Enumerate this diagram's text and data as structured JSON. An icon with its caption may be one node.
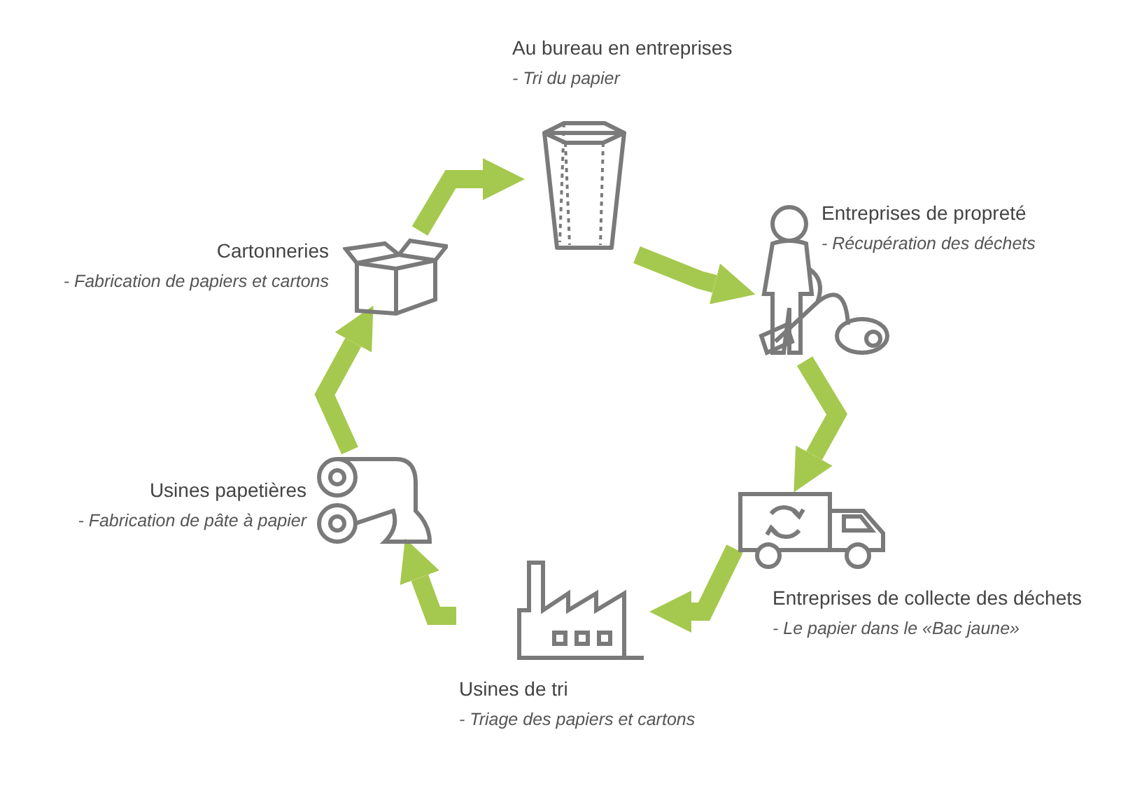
{
  "diagram": {
    "nodes": [
      {
        "text": [
          "Au bureau en entreprises",
          "- Tri du papier"
        ]
      },
      {
        "text": [
          "Entreprises de propreté",
          "- Récupération des déchets"
        ]
      },
      {
        "text": [
          "Entreprises de collecte des déchets",
          "- Le papier dans le «Bac jaune»"
        ]
      },
      {
        "text": [
          "Usines de tri",
          "- Triage des papiers et cartons"
        ]
      },
      {
        "text": [
          "Usines papetières",
          "- Fabrication de pâte à papier"
        ]
      },
      {
        "text": [
          "Cartonneries",
          "- Fabrication de papiers et cartons"
        ]
      }
    ],
    "edges": [
      {
        "from": 0,
        "to": 1,
        "arrow": "to"
      },
      {
        "from": 1,
        "to": 2,
        "arrow": "to"
      },
      {
        "from": 2,
        "to": 3,
        "arrow": "to"
      },
      {
        "from": 3,
        "to": 4,
        "arrow": "to"
      },
      {
        "from": 4,
        "to": 5,
        "arrow": "to"
      },
      {
        "from": 5,
        "to": 0,
        "arrow": "to"
      }
    ]
  }
}
